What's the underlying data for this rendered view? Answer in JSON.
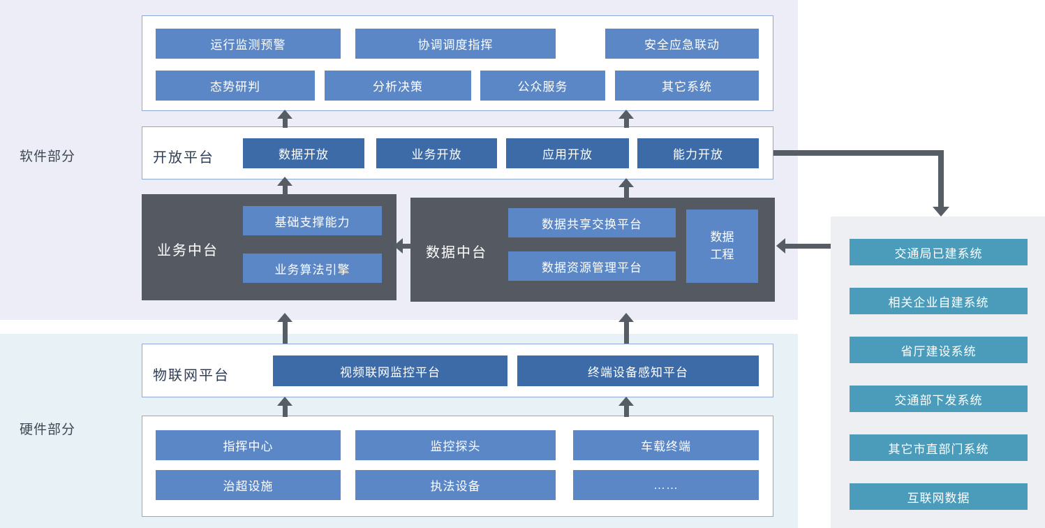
{
  "sections": {
    "software": "软件部分",
    "hardware": "硬件部分"
  },
  "app_layer": {
    "row1": [
      "运行监测预警",
      "协调调度指挥",
      "安全应急联动"
    ],
    "row2": [
      "态势研判",
      "分析决策",
      "公众服务",
      "其它系统"
    ]
  },
  "open_platform": {
    "label": "开放平台",
    "items": [
      "数据开放",
      "业务开放",
      "应用开放",
      "能力开放"
    ]
  },
  "business_platform": {
    "label": "业务中台",
    "items": [
      "基础支撑能力",
      "业务算法引擎"
    ]
  },
  "data_platform": {
    "label": "数据中台",
    "items": [
      "数据共享交换平台",
      "数据资源管理平台"
    ],
    "side_label": "数据工程"
  },
  "iot_platform": {
    "label": "物联网平台",
    "items": [
      "视频联网监控平台",
      "终端设备感知平台"
    ]
  },
  "device_layer": {
    "row1": [
      "指挥中心",
      "监控探头",
      "车载终端"
    ],
    "row2": [
      "治超设施",
      "执法设备",
      "……"
    ]
  },
  "external_systems": {
    "items": [
      "交通局已建系统",
      "相关企业自建系统",
      "省厅建设系统",
      "交通部下发系统",
      "其它市直部门系统",
      "互联网数据"
    ]
  },
  "colors": {
    "medium_blue": "#5b87c6",
    "dark_blue": "#3c6ba8",
    "teal": "#4a9cba",
    "dark_gray_box": "#555a62",
    "software_bg": "#ecedf6",
    "hardware_bg": "#e8f1f5",
    "right_panel_bg": "#edeff2",
    "arrow": "#575d64",
    "box_border": "#8ba8d6"
  }
}
